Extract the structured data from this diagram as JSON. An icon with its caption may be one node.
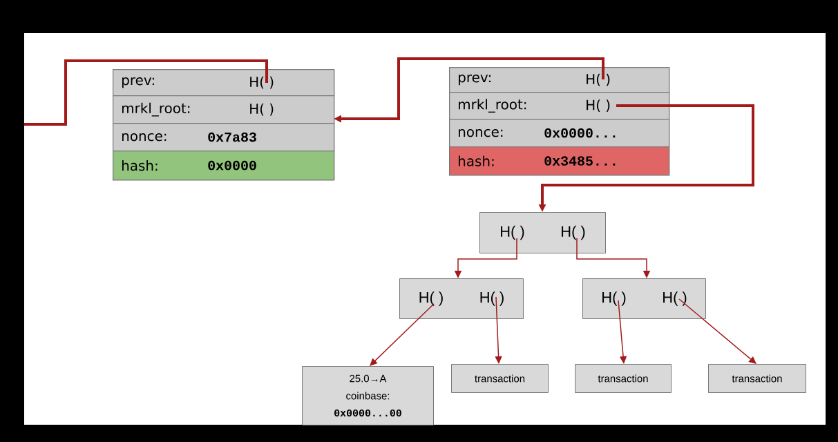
{
  "diagram": {
    "nodes": [
      {
        "text": [],
        "shape": "box"
      },
      {
        "text": [
          "prev:",
          "H( )"
        ],
        "in": 0
      },
      {
        "text": [
          "mrkl_root:",
          "H( )"
        ],
        "in": 0
      },
      {
        "text": [
          "nonce:",
          "0x7a83"
        ],
        "in": 0
      },
      {
        "text": [
          "hash:",
          "0x0000"
        ],
        "in": 0
      },
      {
        "text": [],
        "shape": "box"
      },
      {
        "text": [
          "prev:",
          "H( )"
        ],
        "in": 5
      },
      {
        "text": [
          "mrkl_root:",
          "H( )"
        ],
        "in": 5
      },
      {
        "text": [
          "nonce:",
          "0x0000..."
        ],
        "in": 5
      },
      {
        "text": [
          "hash:",
          "0x3485..."
        ],
        "in": 5
      },
      {
        "text": [
          "H( )",
          "H( )"
        ]
      },
      {
        "text": [
          "H( )",
          "H( )"
        ]
      },
      {
        "text": [
          "H( )",
          "H( )"
        ]
      },
      {
        "text": [
          "25.0→A",
          "coinbase:",
          "0x0000...00"
        ]
      },
      {
        "text": [
          "transaction"
        ]
      },
      {
        "text": [
          "transaction"
        ]
      },
      {
        "text": [
          "transaction"
        ]
      }
    ],
    "edges": [
      {
        "from": 1,
        "to": null,
        "arrow": "none",
        "style": "thick"
      },
      {
        "from": 6,
        "to": 0,
        "arrow": "to",
        "style": "thick"
      },
      {
        "from": 7,
        "to": 10,
        "arrow": "to",
        "style": "thick"
      },
      {
        "from": 10,
        "to": 11,
        "arrow": "to"
      },
      {
        "from": 10,
        "to": 12,
        "arrow": "to"
      },
      {
        "from": 11,
        "to": 13,
        "arrow": "to"
      },
      {
        "from": 11,
        "to": 14,
        "arrow": "to"
      },
      {
        "from": 12,
        "to": 15,
        "arrow": "to"
      },
      {
        "from": 12,
        "to": 16,
        "arrow": "to"
      }
    ]
  }
}
